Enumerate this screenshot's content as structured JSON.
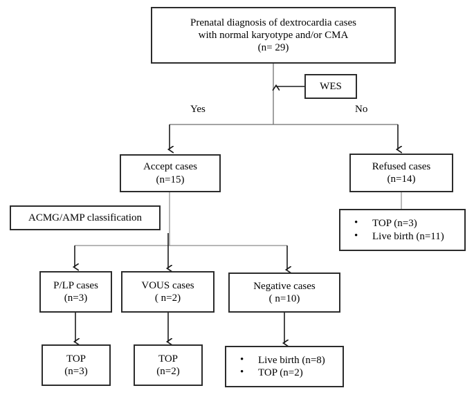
{
  "diagram": {
    "title": "Prenatal dextrocardia WES flowchart",
    "stroke_color": "#2b2b2b",
    "thin_stroke_color": "#808080",
    "background": "#ffffff"
  },
  "nodes": {
    "root": {
      "name": "prenatal-diagnosis-box",
      "lines": [
        "Prenatal diagnosis of dextrocardia cases",
        "with normal karyotype and/or CMA",
        "(n= 29)"
      ]
    },
    "wes": {
      "name": "wes-box",
      "lines": [
        "WES"
      ]
    },
    "accept": {
      "name": "accept-cases-box",
      "lines": [
        "Accept cases",
        "(n=15)"
      ]
    },
    "refused": {
      "name": "refused-cases-box",
      "lines": [
        "Refused cases",
        "(n=14)"
      ]
    },
    "acmg": {
      "name": "acmg-amp-classification-box",
      "lines": [
        "ACMG/AMP classification"
      ]
    },
    "refused_outcomes": {
      "name": "refused-outcomes-box",
      "bullets": [
        "TOP (n=3)",
        "Live birth (n=11)"
      ]
    },
    "plp": {
      "name": "plp-cases-box",
      "lines": [
        "P/LP cases",
        "(n=3)"
      ]
    },
    "vous": {
      "name": "vous-cases-box",
      "lines": [
        "VOUS cases",
        "( n=2)"
      ]
    },
    "negative": {
      "name": "negative-cases-box",
      "lines": [
        "Negative cases",
        "( n=10)"
      ]
    },
    "plp_outcome": {
      "name": "plp-outcome-box",
      "lines": [
        "TOP",
        "(n=3)"
      ]
    },
    "vous_outcome": {
      "name": "vous-outcome-box",
      "lines": [
        "TOP",
        "(n=2)"
      ]
    },
    "negative_outcomes": {
      "name": "negative-outcomes-box",
      "bullets": [
        "Live birth (n=8)",
        "TOP (n=2)"
      ]
    }
  },
  "edge_labels": {
    "yes": "Yes",
    "no": "No"
  }
}
